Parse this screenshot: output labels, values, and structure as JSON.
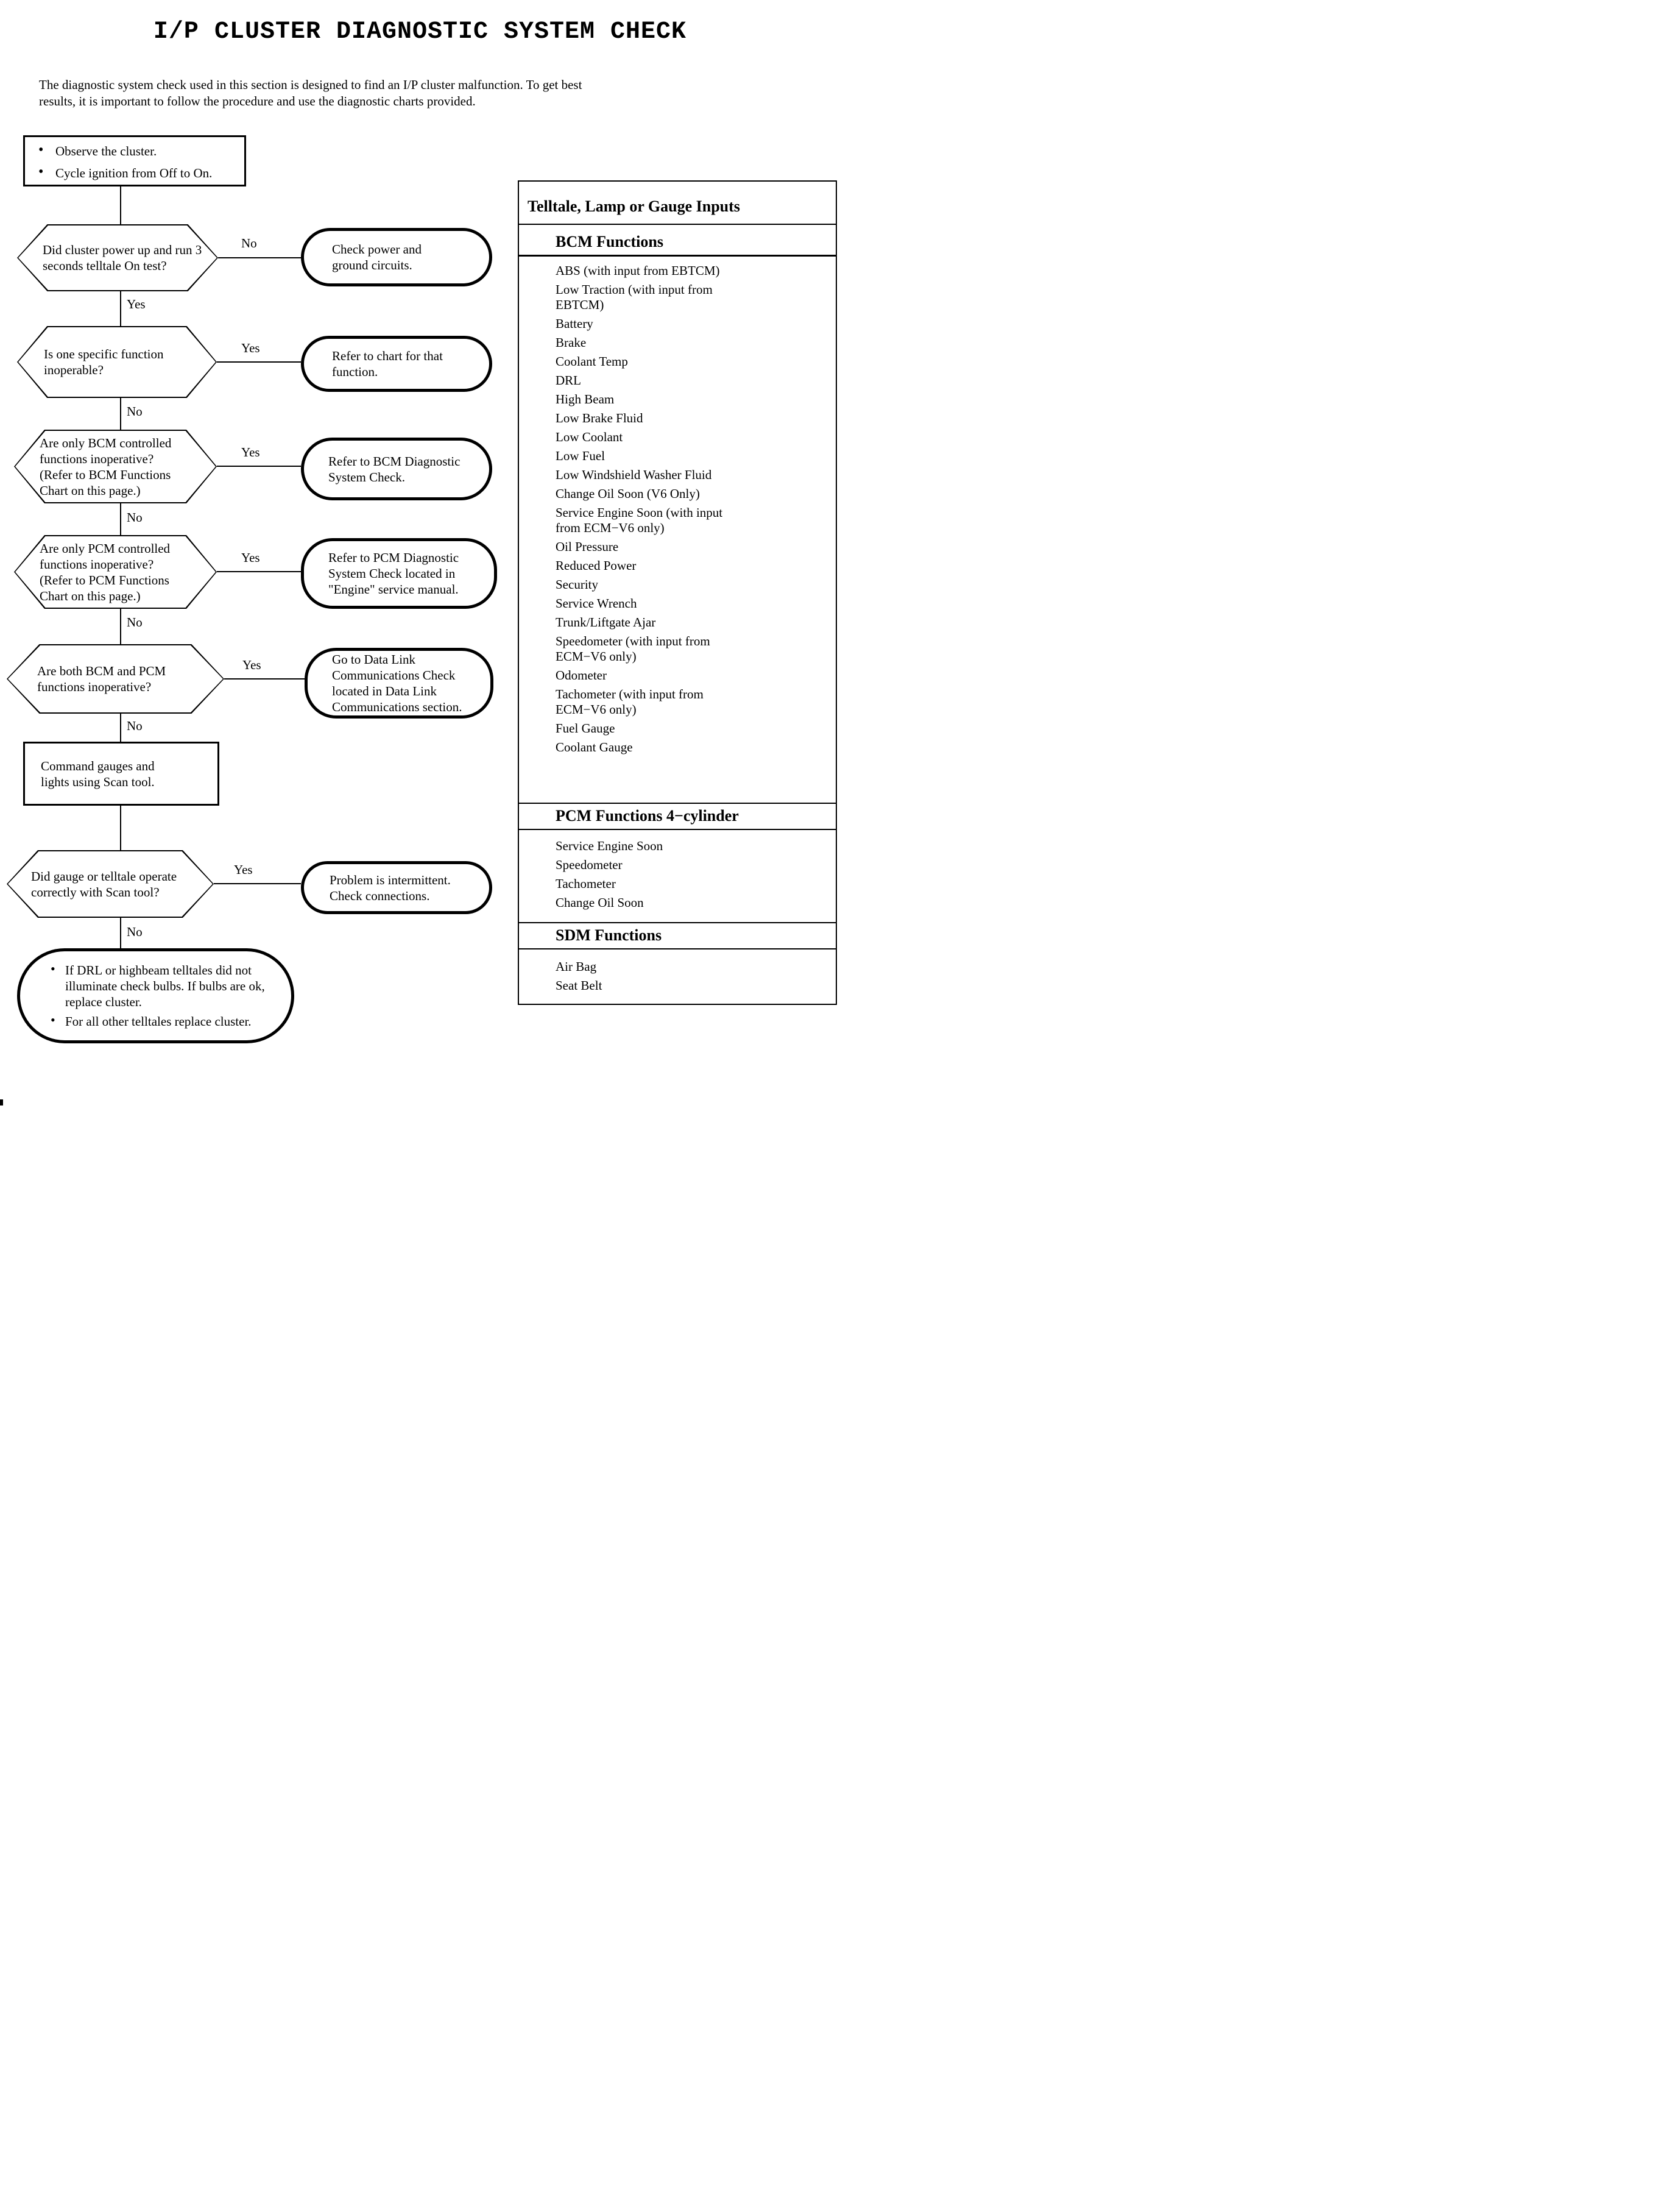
{
  "page": {
    "title": "I/P CLUSTER DIAGNOSTIC SYSTEM CHECK",
    "intro": "The diagnostic system check used in this section is designed to find an I/P cluster malfunction. To get best results, it is important to follow the procedure and use the diagnostic charts provided."
  },
  "flowchart": {
    "start": {
      "bullets": [
        "Observe the cluster.",
        "Cycle ignition from Off to On."
      ]
    },
    "decisions": [
      {
        "question": "Did cluster power up and run 3 seconds telltale On test?",
        "side_label": "No",
        "down_label": "Yes",
        "result": "Check power and ground circuits."
      },
      {
        "question": "Is one specific function inoperable?",
        "side_label": "Yes",
        "down_label": "No",
        "result": "Refer to chart for that function."
      },
      {
        "question": "Are only BCM controlled functions inoperative? (Refer to BCM Functions Chart on this page.)",
        "side_label": "Yes",
        "down_label": "No",
        "result": "Refer to BCM Diagnostic System Check."
      },
      {
        "question": "Are only PCM controlled functions inoperative? (Refer to PCM Functions Chart on this page.)",
        "side_label": "Yes",
        "down_label": "No",
        "result": "Refer to PCM Diagnostic System Check located in \"Engine\" service manual."
      },
      {
        "question": "Are both BCM and PCM functions inoperative?",
        "side_label": "Yes",
        "down_label": "No",
        "result": "Go to Data Link Communications Check located in Data Link Communications section."
      },
      {
        "question": "Did gauge or telltale operate correctly with Scan tool?",
        "side_label": "Yes",
        "down_label": "No",
        "result": "Problem is intermittent. Check connections."
      }
    ],
    "command_box": {
      "text": "Command gauges and lights using Scan tool."
    },
    "final": {
      "bullets": [
        "If DRL or highbeam telltales did not illuminate check bulbs. If bulbs are ok, replace cluster.",
        "For all other telltales replace cluster."
      ]
    }
  },
  "side_table": {
    "title": "Telltale, Lamp or Gauge Inputs",
    "sections": [
      {
        "heading": "BCM Functions",
        "items": [
          "ABS (with input from EBTCM)",
          "Low Traction (with input from EBTCM)",
          "Battery",
          "Brake",
          "Coolant Temp",
          "DRL",
          "High Beam",
          "Low Brake Fluid",
          "Low Coolant",
          "Low Fuel",
          "Low Windshield Washer Fluid",
          "Change Oil Soon (V6 Only)",
          "Service Engine Soon (with input from ECM−V6 only)",
          "Oil Pressure",
          "Reduced Power",
          "Security",
          "Service Wrench",
          "Trunk/Liftgate Ajar",
          "Speedometer (with input from ECM−V6 only)",
          "Odometer",
          "Tachometer (with input from ECM−V6 only)",
          "Fuel Gauge",
          "Coolant Gauge"
        ]
      },
      {
        "heading": "PCM Functions 4−cylinder",
        "items": [
          "Service Engine Soon",
          "Speedometer",
          "Tachometer",
          "Change Oil Soon"
        ]
      },
      {
        "heading": "SDM Functions",
        "items": [
          "Air Bag",
          "Seat Belt"
        ]
      }
    ]
  },
  "colors": {
    "ink": "#000000",
    "paper": "#ffffff"
  }
}
